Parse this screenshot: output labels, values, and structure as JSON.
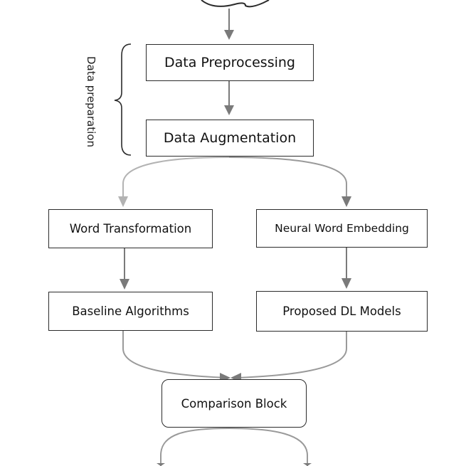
{
  "diagram": {
    "side_label": "Data preparation",
    "nodes": {
      "data_preprocessing": "Data Preprocessing",
      "data_augmentation": "Data Augmentation",
      "word_transformation": "Word Transformation",
      "neural_word_embedding": "Neural Word Embedding",
      "baseline_algorithms": "Baseline Algorithms",
      "proposed_dl_models": "Proposed DL Models",
      "comparison_block": "Comparison Block"
    },
    "colors": {
      "box_border": "#2b2b2b",
      "arrow": "#7a7a7a",
      "arrow_light": "#b3b3b3",
      "text": "#111111"
    }
  }
}
